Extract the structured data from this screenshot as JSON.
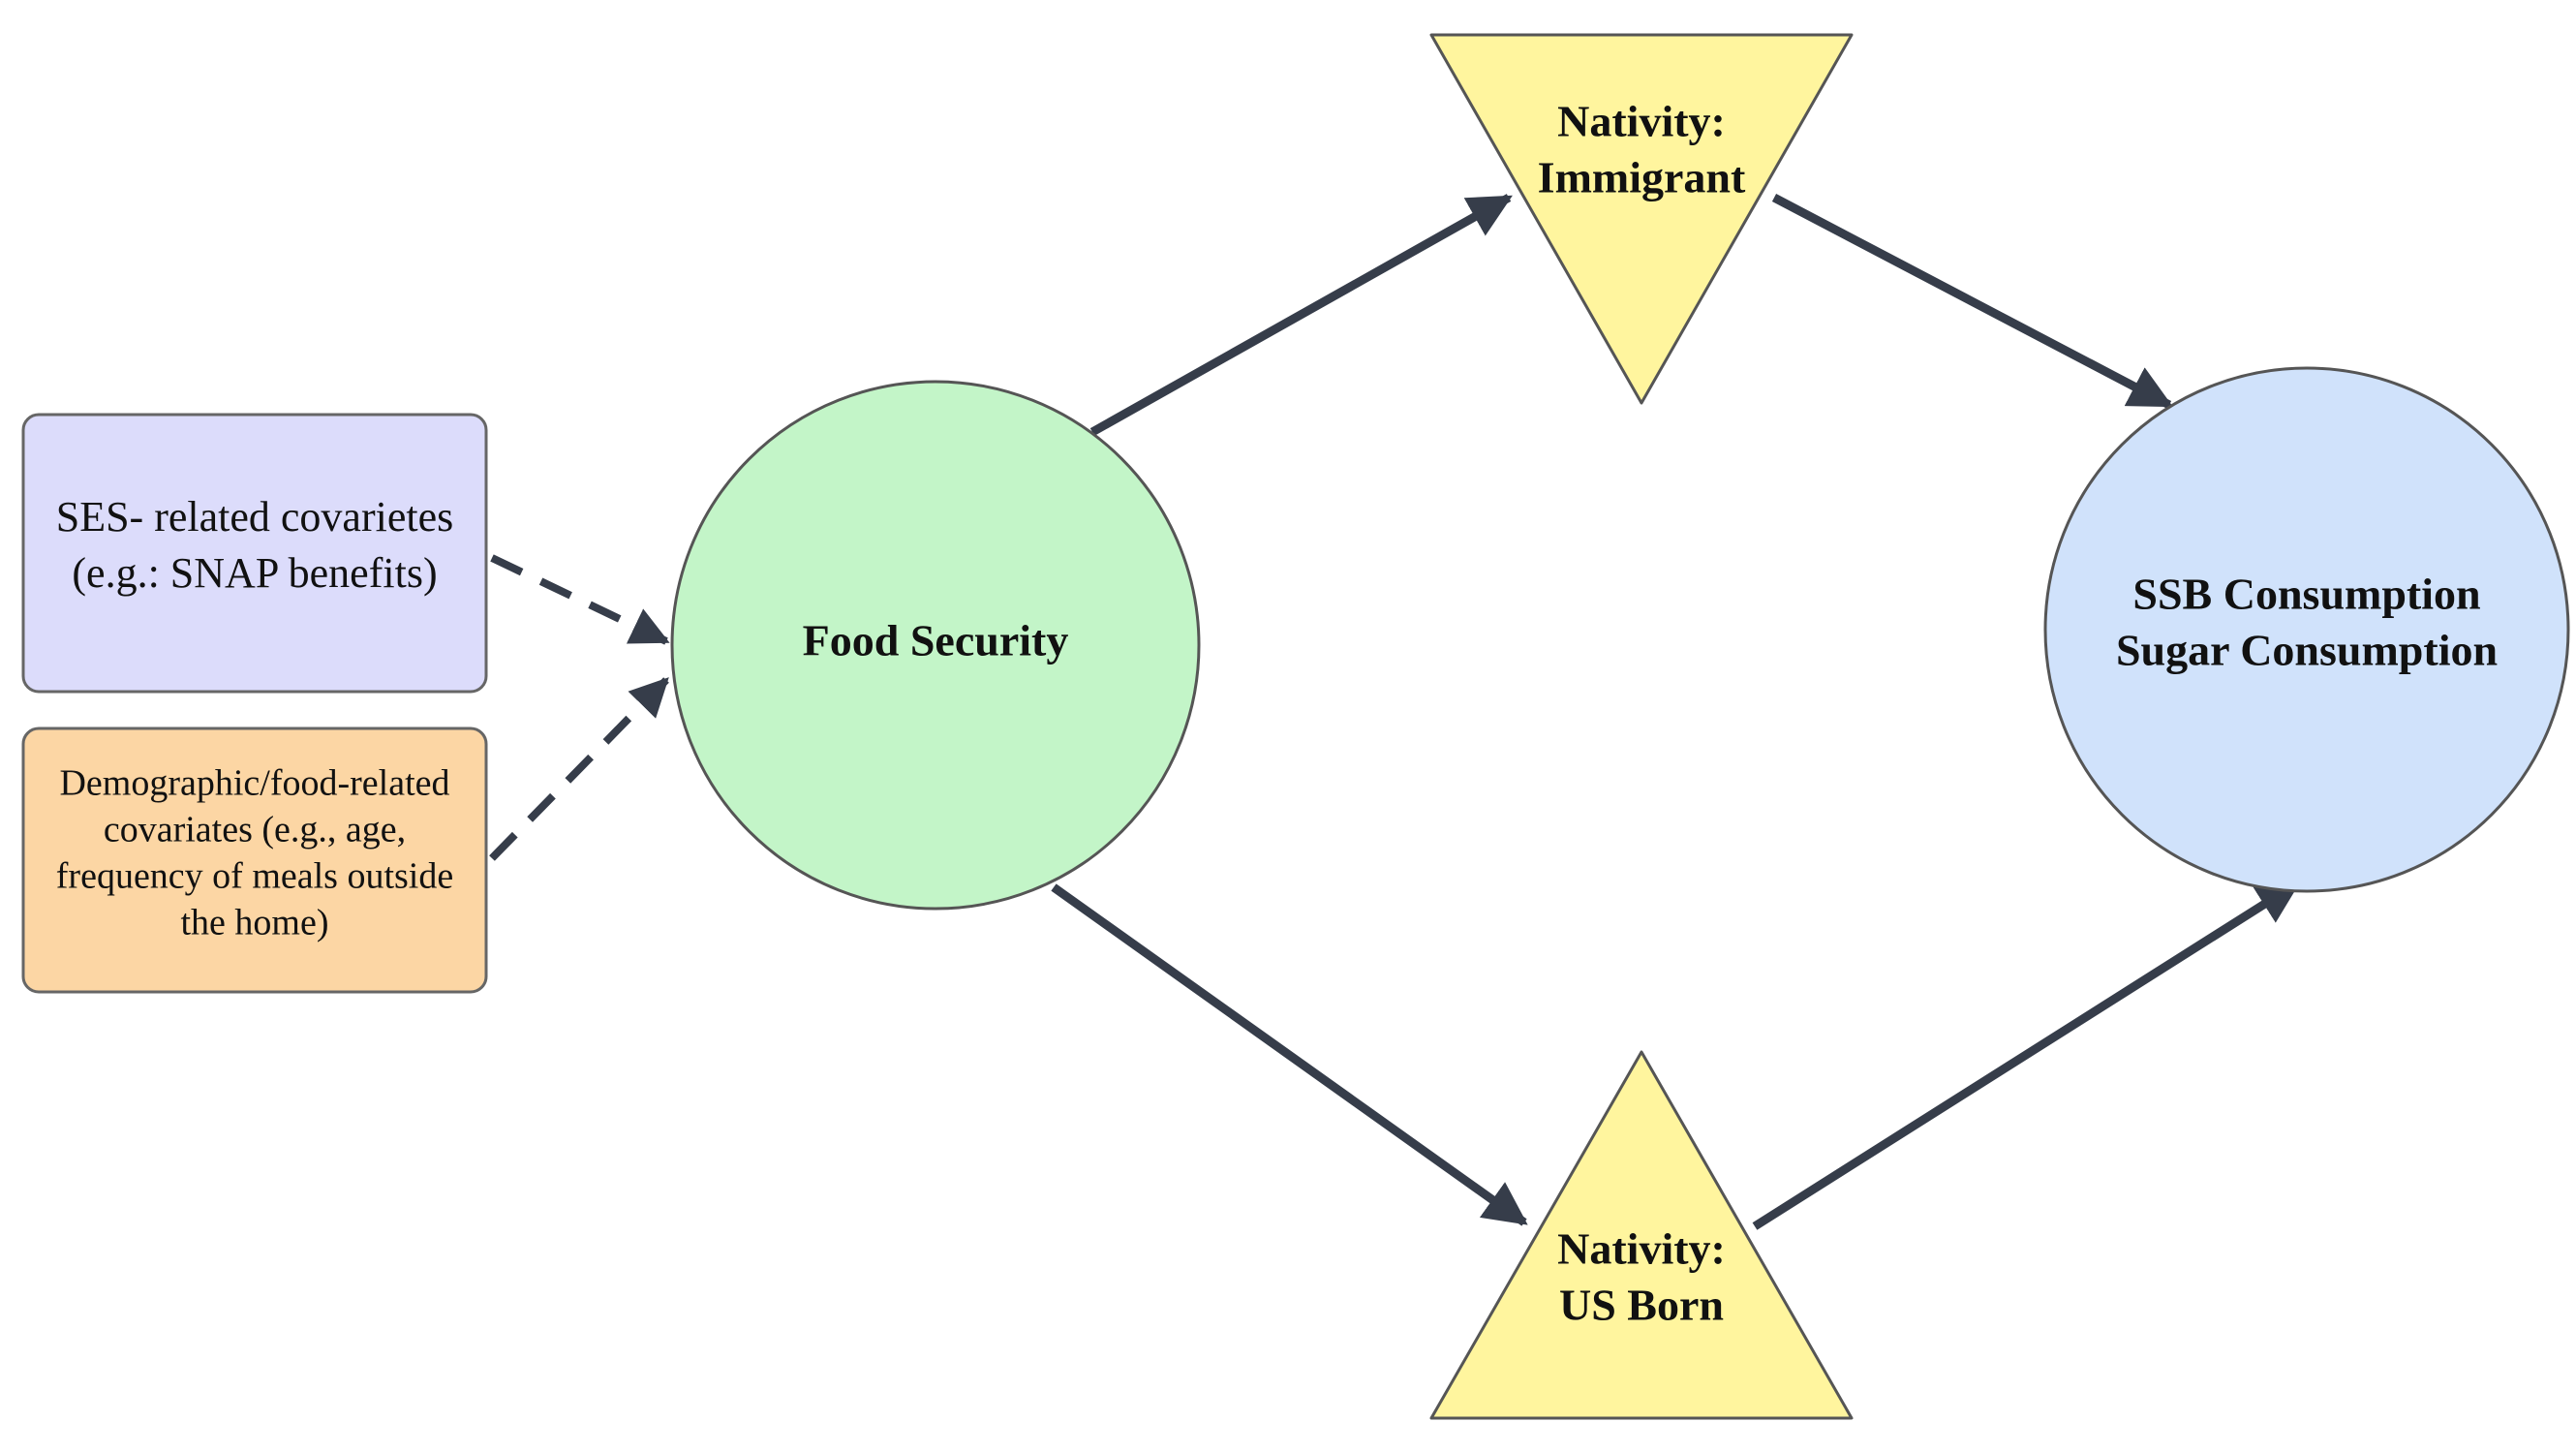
{
  "nodes": {
    "food_security": {
      "label": "Food Security"
    },
    "immigrant": {
      "line1": "Nativity:",
      "line2": "Immigrant"
    },
    "us_born": {
      "line1": "Nativity:",
      "line2": "US Born"
    },
    "outcome": {
      "line1": "SSB Consumption",
      "line2": "Sugar Consumption"
    },
    "ses_covariates": {
      "line1": "SES- related covarietes",
      "line2": "(e.g.: SNAP benefits)"
    },
    "demographic_covariates": {
      "line1": "Demographic/food-related",
      "line2": "covariates (e.g., age,",
      "line3": "frequency of meals outside",
      "line4": "the home)"
    }
  },
  "colors": {
    "food_security_fill": "#c3f5c8",
    "nativity_fill": "#fff59e",
    "outcome_fill": "#d0e2fb",
    "ses_fill": "#dcdcfb",
    "demographic_fill": "#fcd6a4",
    "arrow": "#363d4a",
    "outline": "#555555"
  },
  "edges": [
    {
      "from": "food_security",
      "to": "immigrant",
      "style": "solid"
    },
    {
      "from": "immigrant",
      "to": "outcome",
      "style": "solid"
    },
    {
      "from": "food_security",
      "to": "us_born",
      "style": "solid"
    },
    {
      "from": "us_born",
      "to": "outcome",
      "style": "solid"
    },
    {
      "from": "ses_covariates",
      "to": "food_security",
      "style": "dashed"
    },
    {
      "from": "demographic_covariates",
      "to": "food_security",
      "style": "dashed"
    }
  ]
}
